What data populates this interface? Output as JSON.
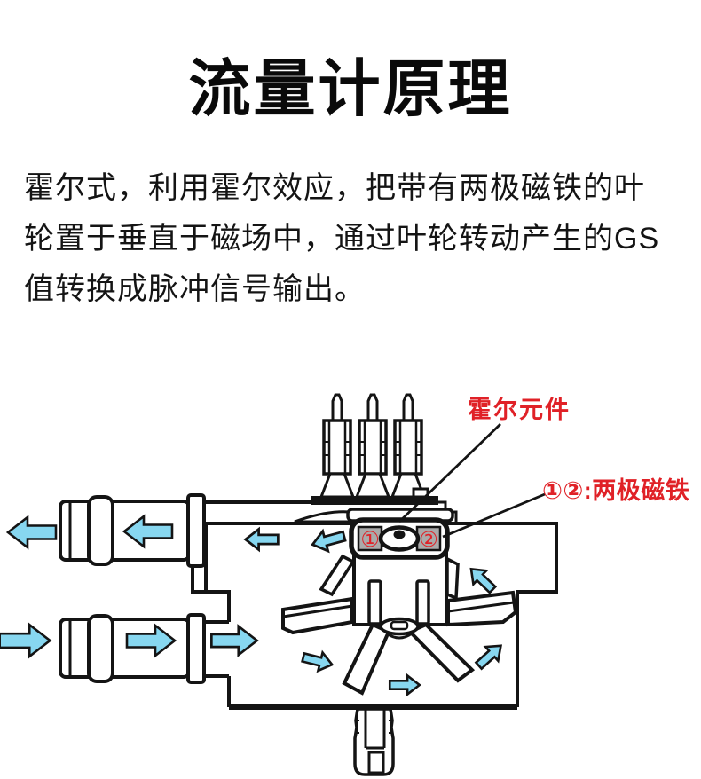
{
  "title": "流量计原理",
  "paragraph": {
    "lines": [
      "霍尔式，利用霍尔效应，把带有两极磁铁的叶",
      "轮置于垂直于磁场中，通过叶轮转动产生的GS",
      "值转换成脉冲信号输出。"
    ]
  },
  "diagram": {
    "hall_label": "霍尔元件",
    "magnet_label": "①②:两极磁铁",
    "magnet_1": "①",
    "magnet_2": "②",
    "colors": {
      "label_red": "#e02127",
      "arrow_blue": "#87d7f0",
      "magnet_gray": "#aaaaaa",
      "line_black": "#141414"
    }
  }
}
